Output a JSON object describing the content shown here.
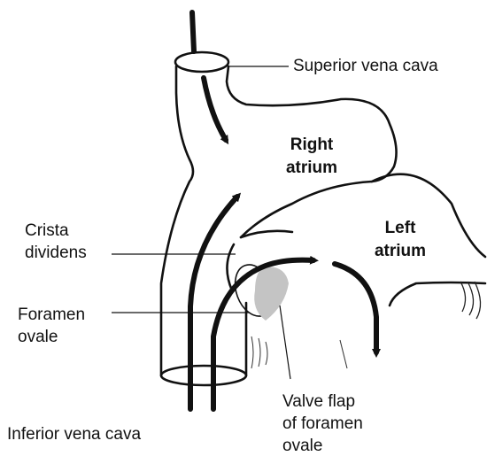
{
  "labels": {
    "superior_vena_cava": "Superior vena cava",
    "right_atrium": [
      "Right",
      "atrium"
    ],
    "left_atrium": [
      "Left",
      "atrium"
    ],
    "crista_dividens": [
      "Crista",
      "dividens"
    ],
    "foramen_ovale": [
      "Foramen",
      "ovale"
    ],
    "valve_flap": [
      "Valve flap",
      "of foramen",
      "ovale"
    ],
    "inferior_vena_cava": "Inferior vena cava"
  },
  "colors": {
    "outline": "#111111",
    "valve_flap_fill": "#c4c4c4",
    "background": "#ffffff"
  }
}
